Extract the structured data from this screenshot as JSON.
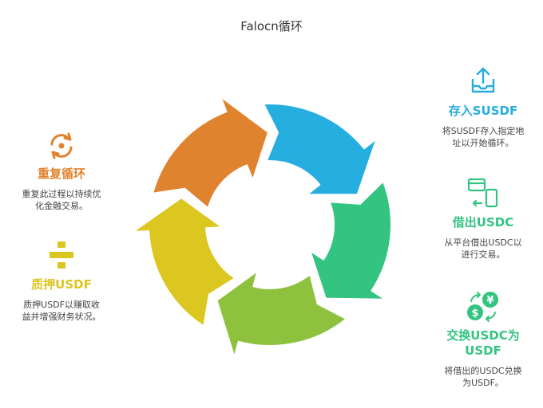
{
  "title": "Falocn循环",
  "colors": {
    "blue": "#27aee0",
    "green": "#33c481",
    "lightgreen": "#8dc13e",
    "yellow": "#dcc620",
    "orange": "#e0832e",
    "body_text": "#444444"
  },
  "steps": [
    {
      "key": "deposit",
      "heading": "存入SUSDF",
      "desc_line1": "将SUSDF存入指定地",
      "desc_line2": "址以开始循环。",
      "icon": "upload-tray-icon",
      "color": "#27aee0"
    },
    {
      "key": "borrow",
      "heading": "借出USDC",
      "desc_line1": "从平台借出USDC以",
      "desc_line2": "进行交易。",
      "icon": "card-to-phone-icon",
      "color": "#33c481"
    },
    {
      "key": "swap",
      "heading_line1": "交换USDC为",
      "heading_line2": "USDF",
      "desc_line1": "将借出的USDC兑换",
      "desc_line2": "为USDF。",
      "icon": "currency-exchange-icon",
      "color": "#33c481"
    },
    {
      "key": "pledge",
      "heading": "质押USDF",
      "desc_line1": "质押USDF以赚取收",
      "desc_line2": "益并增强财务状况。",
      "icon": "divide-icon",
      "color": "#dcc620"
    },
    {
      "key": "repeat",
      "heading": "重复循环",
      "desc_line1": "重复此过程以持续优",
      "desc_line2": "化金融交易。",
      "icon": "repeat-cycle-icon",
      "color": "#e0832e"
    }
  ]
}
